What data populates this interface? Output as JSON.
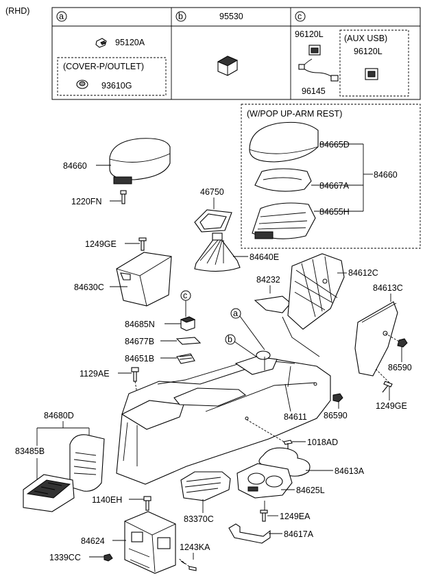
{
  "header": {
    "variant": "(RHD)"
  },
  "legend": {
    "a": {
      "marker": "a",
      "part": "95120A",
      "sub_caption": "(COVER-P/OUTLET)",
      "sub_part": "93610G"
    },
    "b": {
      "marker": "b",
      "part": "95530"
    },
    "c": {
      "marker": "c",
      "part_top": "96120L",
      "part_bottom": "96145",
      "aux_caption": "(AUX  USB)",
      "aux_part": "96120L"
    }
  },
  "popup": {
    "caption": "(W/POP UP-ARM REST)",
    "parts": {
      "lid": "84665D",
      "tray": "84667A",
      "base": "84655H",
      "group": "84660"
    }
  },
  "parts": {
    "p84660": "84660",
    "p1220FN": "1220FN",
    "p46750": "46750",
    "p1249GE_top": "1249GE",
    "p84640E": "84640E",
    "p84630C": "84630C",
    "p84232": "84232",
    "p84612C": "84612C",
    "p84613C": "84613C",
    "p84685N": "84685N",
    "p84677B": "84677B",
    "p84651B": "84651B",
    "p1129AE": "1129AE",
    "p86590_right": "86590",
    "p1249GE_right": "1249GE",
    "p86590_mid": "86590",
    "p84611": "84611",
    "p84680D": "84680D",
    "p83485B": "83485B",
    "p1018AD": "1018AD",
    "p84613A": "84613A",
    "p1140EH": "1140EH",
    "p84625L": "84625L",
    "p83370C": "83370C",
    "p1249EA": "1249EA",
    "p84624": "84624",
    "p84617A": "84617A",
    "p1243KA": "1243KA",
    "p1339CC": "1339CC"
  },
  "callouts": {
    "a": "a",
    "b": "b",
    "c": "c"
  }
}
